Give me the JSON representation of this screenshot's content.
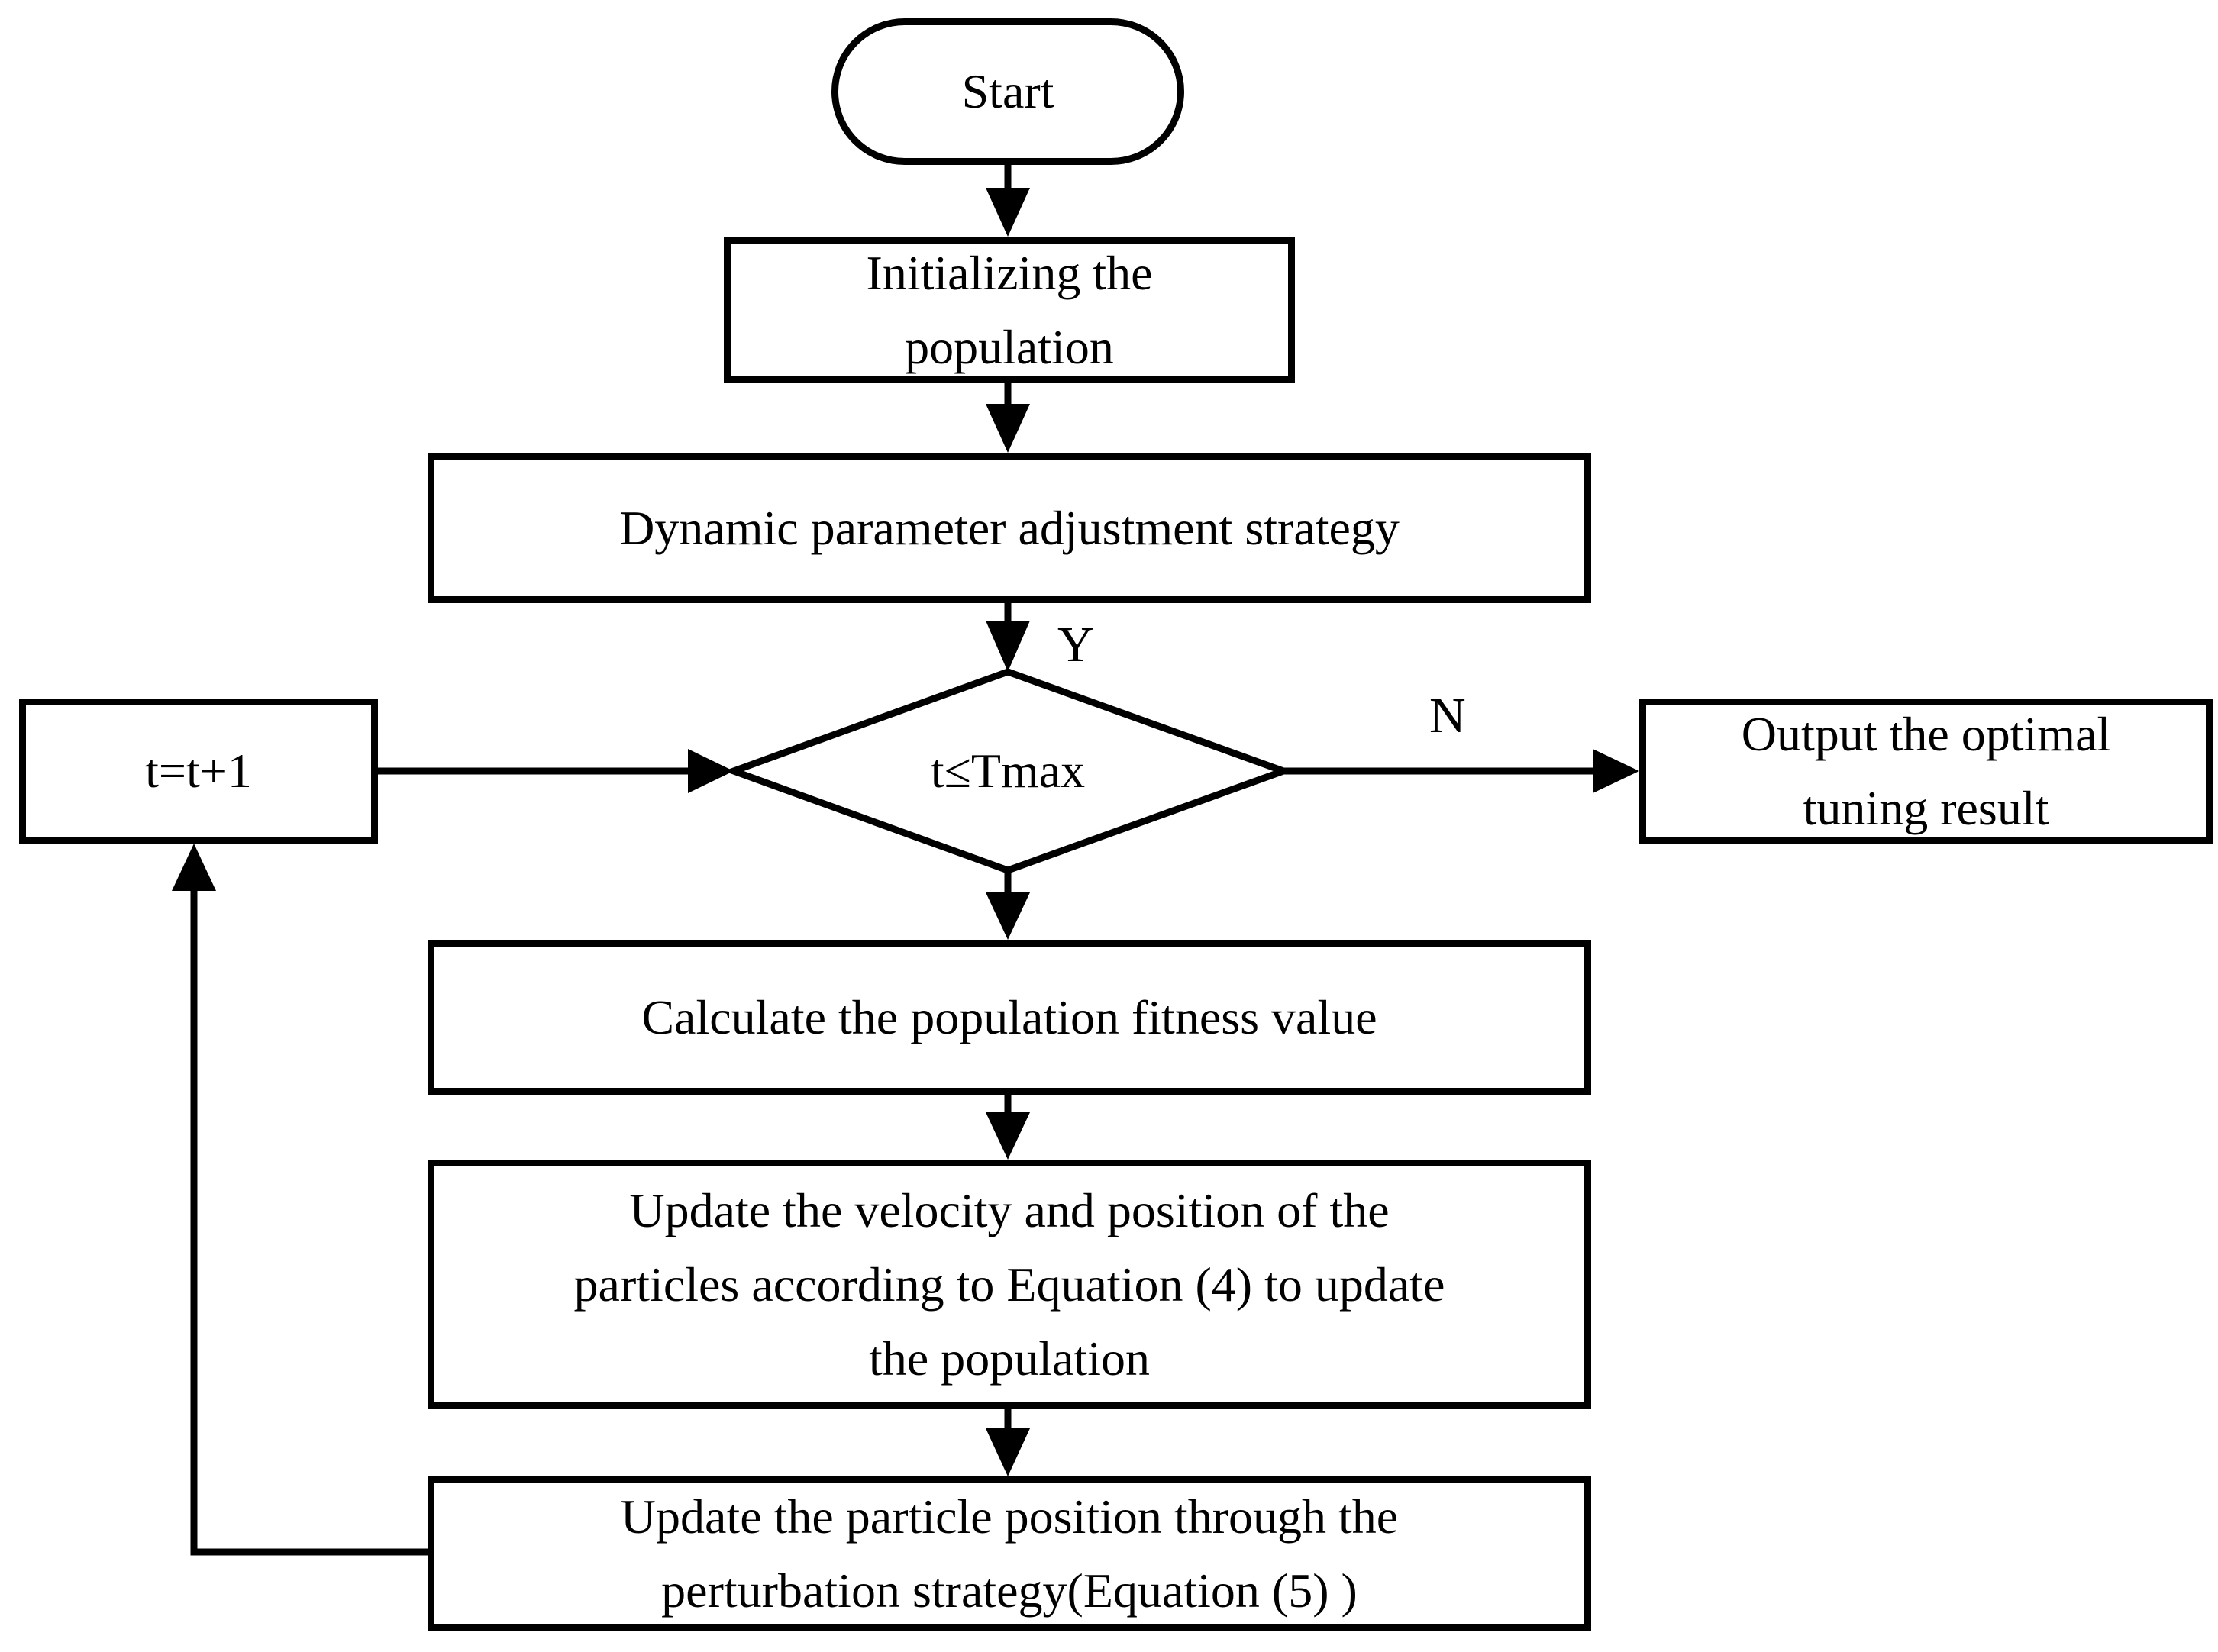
{
  "flowchart": {
    "colors": {
      "line": "#000000",
      "node_fill": "#ffffff",
      "text": "#000000",
      "background": "#ffffff"
    },
    "nodes": {
      "start": {
        "type": "terminator",
        "lines": [
          "Start"
        ]
      },
      "init": {
        "type": "process",
        "lines": [
          "Initializing the",
          "population"
        ]
      },
      "dynamic": {
        "type": "process",
        "lines": [
          "Dynamic parameter adjustment strategy"
        ]
      },
      "decision": {
        "type": "decision",
        "lines": [
          "t≤Tmax"
        ]
      },
      "increment": {
        "type": "process",
        "lines": [
          "t=t+1"
        ]
      },
      "output": {
        "type": "process",
        "lines": [
          "Output the optimal",
          "tuning result"
        ]
      },
      "calculate": {
        "type": "process",
        "lines": [
          "Calculate the population fitness value"
        ]
      },
      "update_velocity": {
        "type": "process",
        "lines": [
          "Update the velocity and position of the",
          "particles according to Equation (4) to update",
          "the population"
        ]
      },
      "perturbation": {
        "type": "process",
        "lines": [
          "Update the particle position through the",
          "perturbation strategy(Equation (5) )"
        ]
      }
    },
    "edges": [
      {
        "from": "start",
        "to": "init",
        "label": ""
      },
      {
        "from": "init",
        "to": "dynamic",
        "label": ""
      },
      {
        "from": "dynamic",
        "to": "decision",
        "label": "Y"
      },
      {
        "from": "decision",
        "to": "calculate",
        "label": ""
      },
      {
        "from": "decision",
        "to": "output",
        "label": "N"
      },
      {
        "from": "calculate",
        "to": "update_velocity",
        "label": ""
      },
      {
        "from": "update_velocity",
        "to": "perturbation",
        "label": ""
      },
      {
        "from": "perturbation",
        "to": "increment",
        "label": ""
      },
      {
        "from": "increment",
        "to": "decision",
        "label": ""
      }
    ]
  }
}
